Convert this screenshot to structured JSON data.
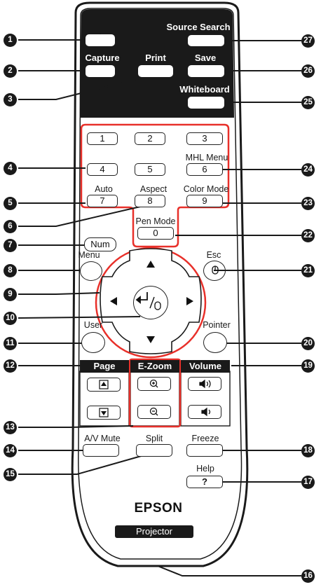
{
  "remote": {
    "labels": {
      "source_search": "Source Search",
      "capture": "Capture",
      "print": "Print",
      "save": "Save",
      "whiteboard": "Whiteboard",
      "mhl_menu": "MHL Menu",
      "auto": "Auto",
      "aspect": "Aspect",
      "color_mode": "Color Mode",
      "pen_mode": "Pen Mode",
      "menu": "Menu",
      "esc": "Esc",
      "user": "User",
      "pointer": "Pointer",
      "av_mute": "A/V Mute",
      "split": "Split",
      "freeze": "Freeze",
      "help": "Help"
    },
    "buttons": {
      "num": "Num",
      "help_glyph": "?",
      "digits": [
        "1",
        "2",
        "3",
        "4",
        "5",
        "6",
        "7",
        "8",
        "9",
        "0"
      ]
    },
    "headers": {
      "page": "Page",
      "ezoom": "E-Zoom",
      "volume": "Volume"
    },
    "brand": "EPSON",
    "product": "Projector"
  },
  "callouts": [
    "1",
    "2",
    "3",
    "4",
    "5",
    "6",
    "7",
    "8",
    "9",
    "10",
    "11",
    "12",
    "13",
    "14",
    "15",
    "16",
    "17",
    "18",
    "19",
    "20",
    "21",
    "22",
    "23",
    "24",
    "25",
    "26",
    "27"
  ],
  "icons": {
    "power": "power-icon",
    "arrow_up": "arrow-up-icon",
    "arrow_down": "arrow-down-icon",
    "arrow_left": "arrow-left-icon",
    "arrow_right": "arrow-right-icon",
    "enter": "enter-mouse-icon",
    "esc_mouse": "mouse-icon",
    "page_up": "page-up-icon",
    "page_down": "page-down-icon",
    "zoom_in": "zoom-in-icon",
    "zoom_out": "zoom-out-icon",
    "vol_up": "volume-up-icon",
    "vol_down": "volume-down-icon"
  },
  "colors": {
    "highlight": "#e8302a",
    "body": "#1a1a1a",
    "background": "#ffffff"
  }
}
